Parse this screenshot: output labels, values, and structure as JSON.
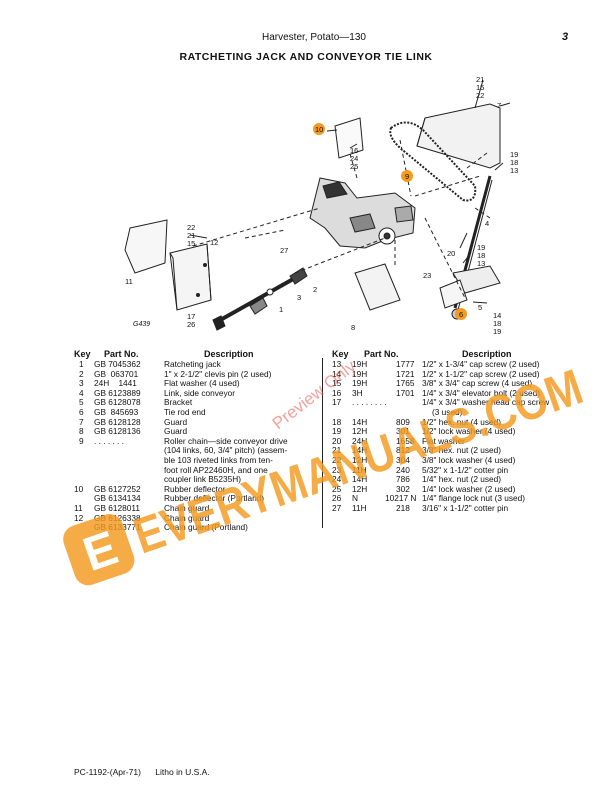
{
  "header": {
    "title": "Harvester, Potato—130",
    "page_number": "3"
  },
  "section_title": "RATCHETING JACK AND CONVEYOR TIE LINK",
  "diagram": {
    "callouts": [
      "21",
      "15",
      "22",
      "7",
      "10",
      "16",
      "24",
      "25",
      "9",
      "19",
      "18",
      "13",
      "22",
      "21",
      "15",
      "12",
      "4",
      "27",
      "11",
      "2",
      "20",
      "19",
      "18",
      "13",
      "23",
      "3",
      "1",
      "17",
      "26",
      "8",
      "14",
      "6",
      "5",
      "18",
      "19"
    ],
    "figure_code": "G439"
  },
  "columns": {
    "key": "Key",
    "part_no": "Part No.",
    "description": "Description"
  },
  "left_table": [
    {
      "key": "1",
      "part": "GB 7045362",
      "desc": "Ratcheting jack"
    },
    {
      "key": "2",
      "part": "GB  063701",
      "desc": "1\" x 2-1/2\" clevis pin (2 used)"
    },
    {
      "key": "3",
      "part": "24H    1441",
      "desc": "Flat washer (4 used)"
    },
    {
      "key": "4",
      "part": "GB 6123889",
      "desc": "Link, side conveyor"
    },
    {
      "key": "5",
      "part": "GB 6128078",
      "desc": "Bracket"
    },
    {
      "key": "6",
      "part": "GB  845693",
      "desc": "Tie rod end"
    },
    {
      "key": "7",
      "part": "GB 6128128",
      "desc": "Guard"
    },
    {
      "key": "8",
      "part": "GB 6128136",
      "desc": "Guard"
    },
    {
      "key": "9",
      "part": ". . . . . . .",
      "desc": "Roller chain—side conveyor drive"
    },
    {
      "key": "",
      "part": "",
      "desc": "(104 links, 60, 3/4\" pitch) (assem-"
    },
    {
      "key": "",
      "part": "",
      "desc": "ble 103 riveted links from ten-"
    },
    {
      "key": "",
      "part": "",
      "desc": "foot roll AP22460H, and one"
    },
    {
      "key": "",
      "part": "",
      "desc": "coupler link B5235H)"
    },
    {
      "key": "10",
      "part": "GB 6127252",
      "desc": "Rubber deflector"
    },
    {
      "key": "",
      "part": "GB 6134134",
      "desc": "Rubber deflector (Portland)"
    },
    {
      "key": "11",
      "part": "GB 6128011",
      "desc": "Chain guard"
    },
    {
      "key": "12",
      "part": "GB 6126338",
      "desc": "Chain guard"
    },
    {
      "key": "",
      "part": "GB 6133771",
      "desc": "Chain guard (Portland)"
    }
  ],
  "right_table": [
    {
      "key": "13",
      "pfx": "19H",
      "num": "1777",
      "desc": "1/2\" x 1-3/4\" cap screw (2 used)"
    },
    {
      "key": "14",
      "pfx": "19H",
      "num": "1721",
      "desc": "1/2\" x 1-1/2\" cap screw (2 used)"
    },
    {
      "key": "15",
      "pfx": "19H",
      "num": "1765",
      "desc": "3/8\" x 3/4\" cap screw (4 used)"
    },
    {
      "key": "16",
      "pfx": "3H",
      "num": "1701",
      "desc": "1/4\" x 3/4\" elevator bolt (2 used)"
    },
    {
      "key": "17",
      "pfx": ". . . . . . . .",
      "num": "",
      "desc": "1/4\" x 3/4\" washer head cap screw"
    },
    {
      "key": "",
      "pfx": "",
      "num": "",
      "desc": "(3 used)"
    },
    {
      "key": "18",
      "pfx": "14H",
      "num": "809",
      "desc": "1/2\" hex. nut (4 used)"
    },
    {
      "key": "19",
      "pfx": "12H",
      "num": "301",
      "desc": "1/2\" lock washer (4 used)"
    },
    {
      "key": "20",
      "pfx": "24H",
      "num": "1658",
      "desc": "Flat washer"
    },
    {
      "key": "21",
      "pfx": "14H",
      "num": "812",
      "desc": "3/8\" hex. nut (2 used)"
    },
    {
      "key": "22",
      "pfx": "12H",
      "num": "304",
      "desc": "3/8\" lock washer (4 used)"
    },
    {
      "key": "23",
      "pfx": "11H",
      "num": "240",
      "desc": "5/32\" x 1-1/2\" cotter pin"
    },
    {
      "key": "24",
      "pfx": "14H",
      "num": "786",
      "desc": "1/4\" hex. nut (2 used)"
    },
    {
      "key": "25",
      "pfx": "12H",
      "num": "302",
      "desc": "1/4\" lock washer (2 used)"
    },
    {
      "key": "26",
      "pfx": "N",
      "num": "10217 N",
      "desc": "1/4\" flange lock nut (3 used)"
    },
    {
      "key": "27",
      "pfx": "11H",
      "num": "218",
      "desc": "3/16\" x 1-1/2\" cotter pin"
    }
  ],
  "footer": {
    "code": "PC-1192-(Apr-71)",
    "litho": "Litho in U.S.A."
  },
  "watermark": {
    "logo_letter": "E",
    "brand": "EVERYMANUALS.COM",
    "preview": "Preview Only",
    "color": "#f39a1f",
    "red": "#e8554a"
  }
}
